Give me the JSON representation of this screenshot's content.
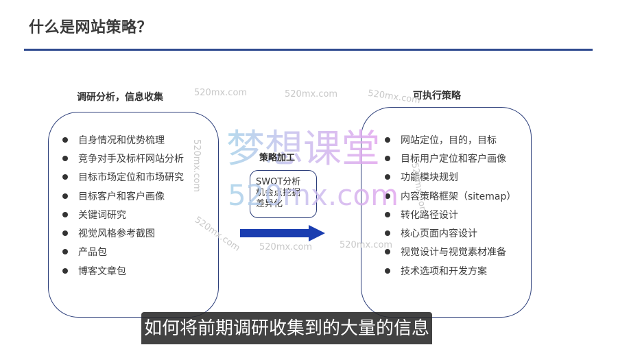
{
  "slide": {
    "title": "什么是网站策略？",
    "accent_color": "#2f4a8f"
  },
  "left_panel": {
    "heading": "调研分析，信息收集",
    "items": [
      "自身情况和优势梳理",
      "竞争对手及标杆网站分析",
      "目标市场定位和市场研究",
      "目标客户和客户画像",
      "关键词研究",
      "视觉风格参考截图",
      "产品包",
      "博客文章包"
    ]
  },
  "process": {
    "label": "策略加工",
    "lines": [
      "SWOT分析",
      "机会点挖掘",
      "差异化"
    ],
    "arrow_color": "#1a3db0",
    "arrow_icon": "right-arrow-icon"
  },
  "right_panel": {
    "heading": "可执行策略",
    "items": [
      "网站定位，目的，目标",
      "目标用户定位和客户画像",
      "功能模块规划",
      "内容策略框架（sitemap）",
      "转化路径设计",
      "核心页面内容设计",
      "视觉设计与视觉素材准备",
      "技术选项和开发方案"
    ]
  },
  "watermarks": {
    "brand": "梦想课堂",
    "domain": "520mx.com",
    "small": "520mx.com"
  },
  "subtitle": {
    "text": "如何将前期调研收集到的大量的信息"
  }
}
